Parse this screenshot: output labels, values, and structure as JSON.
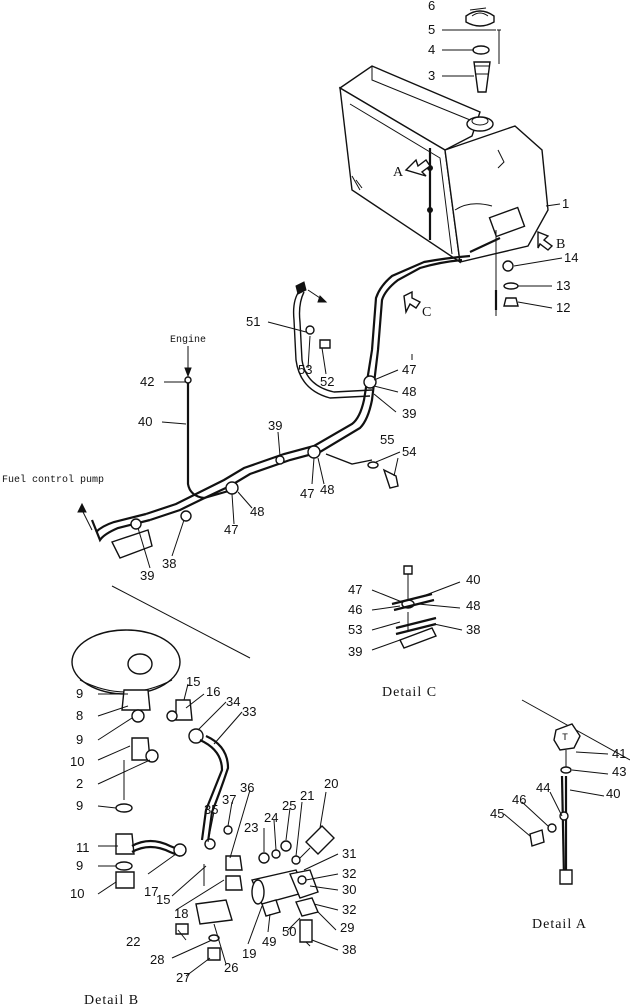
{
  "labels": {
    "engine": "Engine",
    "fuel_control_pump": "Fuel control pump",
    "detail_a": "Detail A",
    "detail_b": "Detail B",
    "detail_c": "Detail C",
    "view_a": "A",
    "view_b": "B",
    "view_c": "C",
    "tee_mark": "T"
  },
  "part_numbers": {
    "p1": "1",
    "p2": "2",
    "p3": "3",
    "p4": "4",
    "p5": "5",
    "p6": "6",
    "p8": "8",
    "p9": "9",
    "p10": "10",
    "p11": "11",
    "p12": "12",
    "p13": "13",
    "p14": "14",
    "p15": "15",
    "p16": "16",
    "p17": "17",
    "p18": "18",
    "p19": "19",
    "p20": "20",
    "p21": "21",
    "p22": "22",
    "p23": "23",
    "p24": "24",
    "p25": "25",
    "p26": "26",
    "p27": "27",
    "p28": "28",
    "p29": "29",
    "p30": "30",
    "p31": "31",
    "p32": "32",
    "p33": "33",
    "p34": "34",
    "p35": "35",
    "p36": "36",
    "p37": "37",
    "p38": "38",
    "p39": "39",
    "p40": "40",
    "p41": "41",
    "p42": "42",
    "p43": "43",
    "p44": "44",
    "p45": "45",
    "p46": "46",
    "p47": "47",
    "p48": "48",
    "p49": "49",
    "p50": "50",
    "p51": "51",
    "p52": "52",
    "p53": "53",
    "p54": "54",
    "p55": "55"
  }
}
